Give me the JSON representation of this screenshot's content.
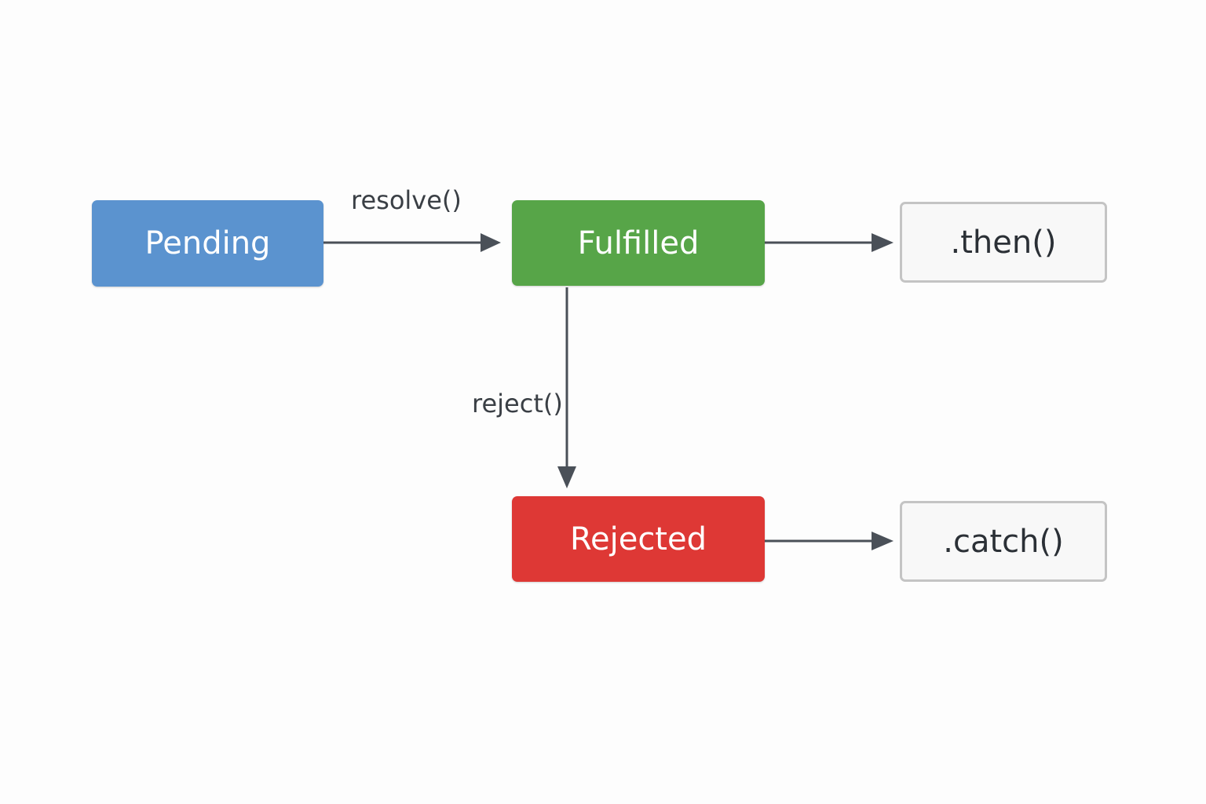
{
  "diagram": {
    "nodes": {
      "pending": {
        "label": "Pending",
        "color": "#5b93cf"
      },
      "fulfilled": {
        "label": "Fulfilled",
        "color": "#57a548"
      },
      "rejected": {
        "label": "Rejected",
        "color": "#de3835"
      },
      "then": {
        "label": ".then()"
      },
      "catch": {
        "label": ".catch()"
      }
    },
    "edges": {
      "resolve": {
        "label": "resolve()"
      },
      "reject": {
        "label": "reject()"
      }
    },
    "edge_color": "#4a5058"
  }
}
